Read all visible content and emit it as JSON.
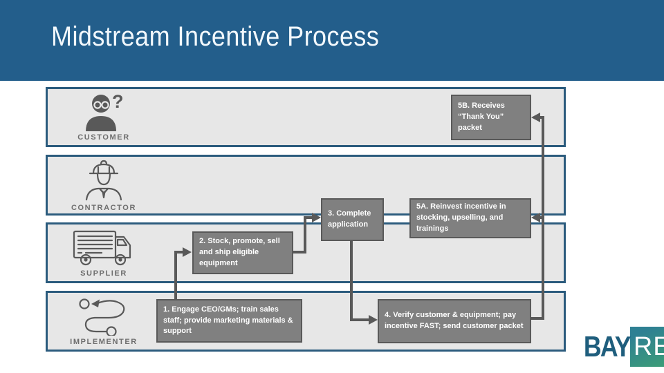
{
  "slide": {
    "title": "Midstream Incentive Process"
  },
  "colors": {
    "header_bg": "#235E8B",
    "lane_border": "#2B5B7D",
    "lane_fill": "#E7E7E7",
    "box_fill": "#808080",
    "box_border": "#595959",
    "box_text": "#FFFFFF",
    "connector": "#595959",
    "label_color": "#6E6E6E",
    "title_color": "#F2F8FC",
    "logo_bay": "#1F5E7D",
    "logo_grad_start": "#2E8093",
    "logo_grad_end": "#3FA173"
  },
  "lanes": [
    {
      "label": "CUSTOMER",
      "icon": "customer-question-icon"
    },
    {
      "label": "CONTRACTOR",
      "icon": "contractor-hardhat-icon"
    },
    {
      "label": "SUPPLIER",
      "icon": "delivery-truck-icon"
    },
    {
      "label": "IMPLEMENTER",
      "icon": "route-path-icon"
    }
  ],
  "steps": [
    {
      "id": "1",
      "lane": "IMPLEMENTER",
      "text": "1. Engage CEO/GMs; train sales staff; provide marketing materials & support"
    },
    {
      "id": "2",
      "lane": "SUPPLIER",
      "text": "2. Stock, promote, sell and ship eligible equipment"
    },
    {
      "id": "3",
      "lane": "CONTRACTOR",
      "text": "3. Complete application"
    },
    {
      "id": "4",
      "lane": "IMPLEMENTER",
      "text": "4. Verify customer & equipment; pay incentive FAST; send customer packet"
    },
    {
      "id": "5A",
      "lane": "SUPPLIER",
      "text": "5A. Reinvest incentive in stocking, upselling, and trainings"
    },
    {
      "id": "5B",
      "lane": "CUSTOMER",
      "text": "5B. Receives “Thank You” packet"
    }
  ],
  "logo": {
    "bay": "BAY",
    "ren": "REN"
  }
}
